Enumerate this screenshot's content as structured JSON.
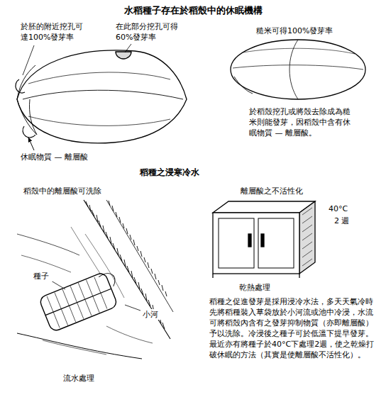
{
  "diagram": {
    "title": "水稻種子存在於稻殼中的休眠機構",
    "labels": [
      "於胚的附近挖孔可達100%發芽率",
      "在此部分挖孔可得60%發芽率",
      "糙米可得100%發芽率",
      "於稻殼挖孔或將殼去除成為糙米則能發芽，因稻殼中含有休眠物質 — 離層酸。",
      "休眠物質 — 離層酸",
      "稻種之浸寒冷水",
      "稻殼中的離層酸可洗除",
      "種子",
      "小河",
      "流水處理",
      "離層酸之不活性化",
      "40°C",
      "2 週",
      "乾熱處理",
      "稻種之促進發芽是採用浸冷水法，多天天氣冷時先將稻種裝入草袋放於小河流或池中冷浸，水流可將稻殼內含有之發芽抑制物質（亦即離層酸）予以洗除。冷浸後之種子可於低溫下提早發芽。最近亦有將種子於40°C下處理2週，使之乾燥打破休眠的方法（其實是使離層酸不活性化）。"
    ]
  }
}
